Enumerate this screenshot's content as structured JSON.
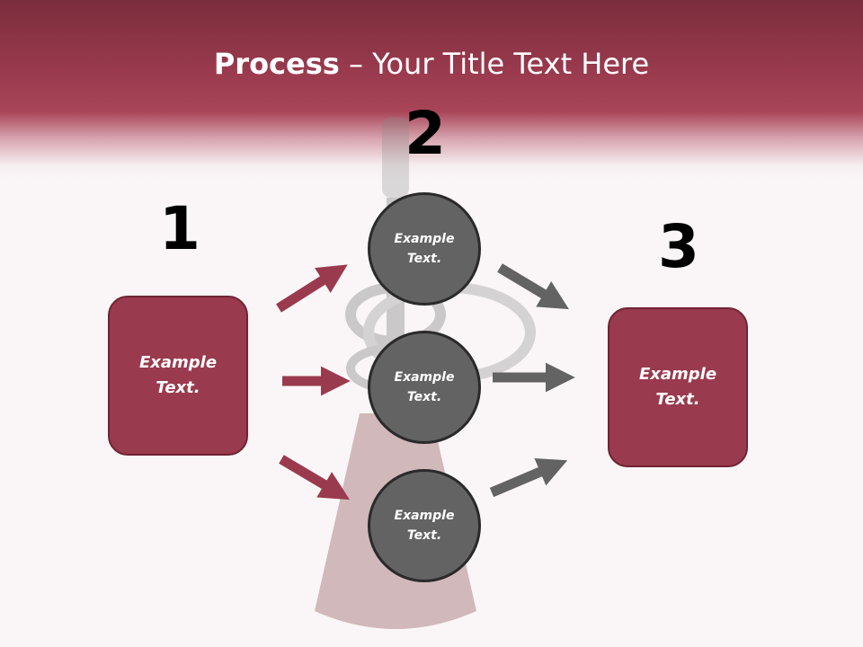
{
  "slide": {
    "title_bold": "Process",
    "title_rest": " – Your Title Text Here",
    "colors": {
      "accent": "#9a3a4e",
      "accent_dark": "#6f2434",
      "circle": "#636363",
      "gray_arrow": "#636363"
    }
  },
  "steps": [
    {
      "number": "1",
      "label": "Example Text."
    },
    {
      "number": "2",
      "items": [
        {
          "label": "Example Text."
        },
        {
          "label": "Example Text."
        },
        {
          "label": "Example Text."
        }
      ]
    },
    {
      "number": "3",
      "label": "Example Text."
    }
  ],
  "background_image": "hookah-photo"
}
